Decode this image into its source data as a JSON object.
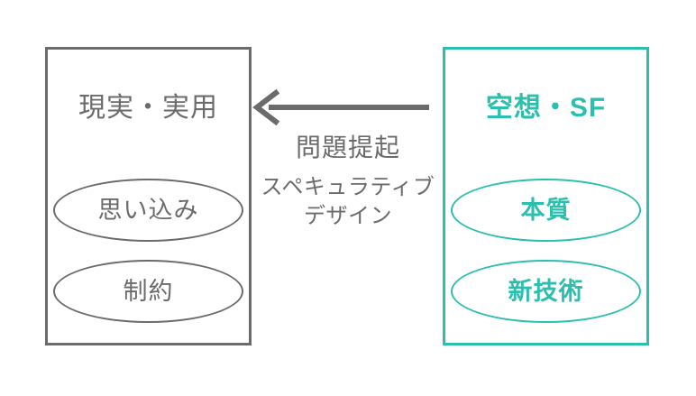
{
  "diagram": {
    "title": "Speculative Design concept diagram",
    "colors": {
      "gray": "#6b6b6b",
      "teal": "#2cbfae",
      "background": "#ffffff"
    },
    "left_panel": {
      "title": "現実・実用",
      "accent": "#6b6b6b",
      "nodes": [
        {
          "label": "思い込み"
        },
        {
          "label": "制約"
        }
      ]
    },
    "right_panel": {
      "title": "空想・SF",
      "accent": "#2cbfae",
      "nodes": [
        {
          "label": "本質"
        },
        {
          "label": "新技術"
        }
      ]
    },
    "connector": {
      "icon": "left-arrow-icon",
      "direction": "right-to-left",
      "from": "空想・SF",
      "to": "現実・実用",
      "primary_label": "問題提起",
      "secondary_label_lines": [
        "スペキュラティブ",
        "デザイン"
      ]
    }
  }
}
